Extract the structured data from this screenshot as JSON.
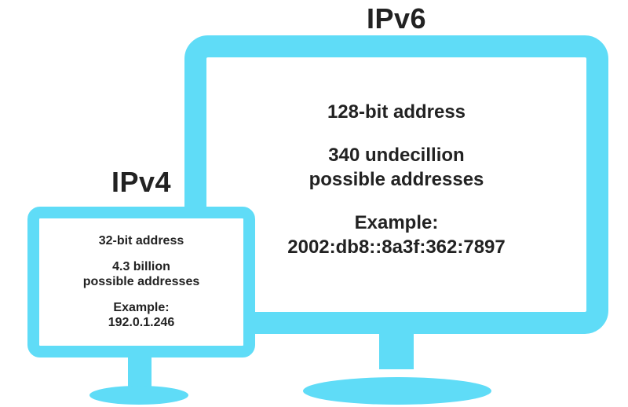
{
  "diagram": {
    "ipv6": {
      "title": "IPv6",
      "bit_address": "128-bit address",
      "possible_line1": "340 undecillion",
      "possible_line2": "possible addresses",
      "example_label": "Example:",
      "example_value": "2002:db8::8a3f:362:7897"
    },
    "ipv4": {
      "title": "IPv4",
      "bit_address": "32-bit address",
      "possible_line1": "4.3 billion",
      "possible_line2": "possible addresses",
      "example_label": "Example:",
      "example_value": "192.0.1.246"
    },
    "colors": {
      "monitor_cyan": "#5FDCF7",
      "text": "#222222",
      "background": "#FFFFFF"
    }
  }
}
